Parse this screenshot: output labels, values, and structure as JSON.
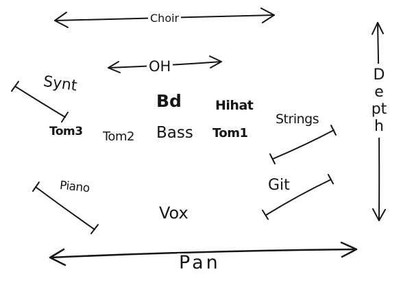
{
  "labels": {
    "choir": "Choir",
    "oh": "OH",
    "synt": "Synt",
    "bd": "Bd",
    "hihat": "Hihat",
    "tom3": "Tom3",
    "tom2": "Tom2",
    "bass": "Bass",
    "tom1": "Tom1",
    "strings": "Strings",
    "piano": "Piano",
    "git": "Git",
    "vox": "Vox",
    "pan": "Pan",
    "depth": "Depth"
  },
  "colors": {
    "ink": "#151515",
    "paper": "#ffffff"
  }
}
